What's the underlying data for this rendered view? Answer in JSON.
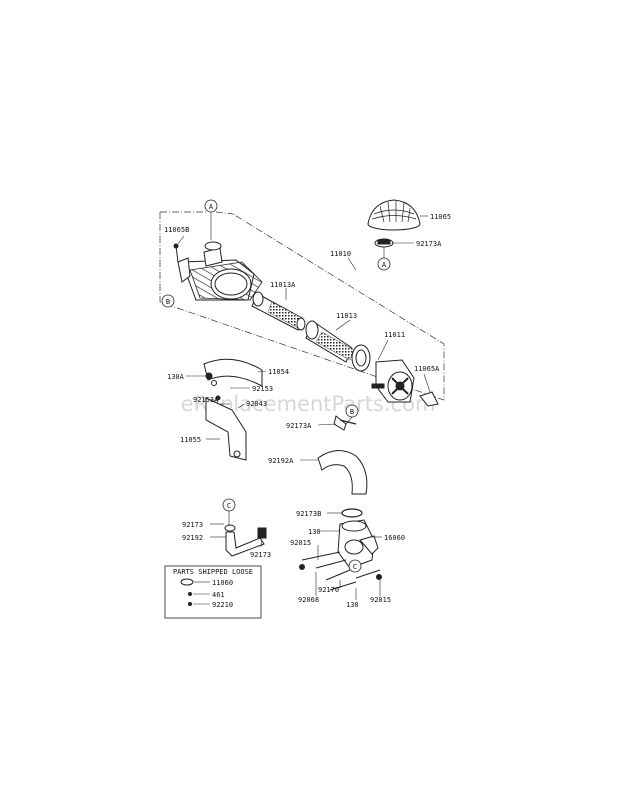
{
  "diagram": {
    "watermark": "eReplacementParts.com",
    "callouts": {
      "A": "A",
      "B": "B",
      "C": "C"
    },
    "parts": {
      "p11065B": "11065B",
      "p11010": "11010",
      "p11013A": "11013A",
      "p11013": "11013",
      "p11011": "11011",
      "p11065A": "11065A",
      "p11065": "11065",
      "p92173A_top": "92173A",
      "p130A": "130A",
      "p11054": "11054",
      "p92153": "92153",
      "p92153A": "92153A",
      "p92043": "92043",
      "p11055": "11055",
      "p92173A": "92173A",
      "p92192A": "92192A",
      "p92173": "92173",
      "p92192": "92192",
      "p92173_b": "92173",
      "p92173B": "92173B",
      "p130_top": "130",
      "p16060": "16060",
      "p92015_l": "92015",
      "p92170": "92170",
      "p92068": "92068",
      "p92015_r": "92015",
      "p130_bot": "130"
    },
    "loose_box": {
      "title": "PARTS SHIPPED LOOSE",
      "items": [
        "11060",
        "461",
        "92210"
      ]
    }
  }
}
